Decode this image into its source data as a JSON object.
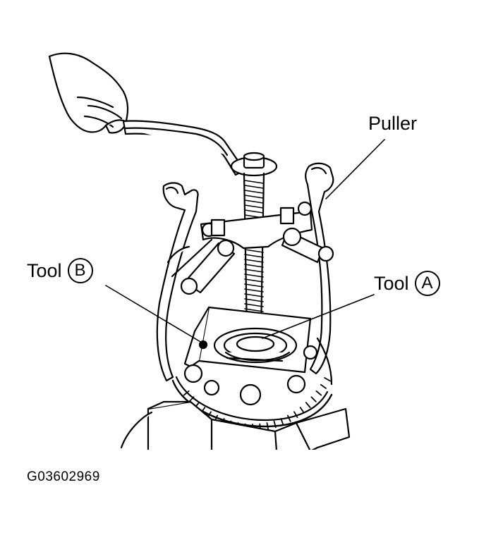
{
  "labels": {
    "puller": "Puller",
    "tool_b_text": "Tool",
    "tool_b_letter": "B",
    "tool_a_text": "Tool",
    "tool_a_letter": "A"
  },
  "figure_code": "G03602969"
}
